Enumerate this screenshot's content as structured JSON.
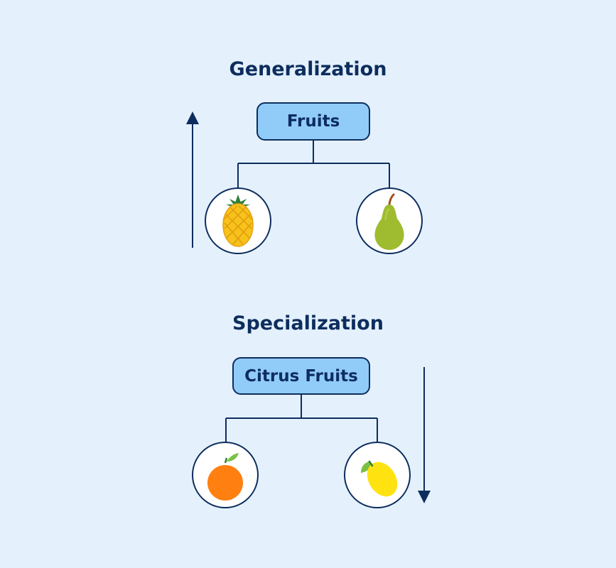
{
  "generalization": {
    "title": "Generalization",
    "parent": "Fruits",
    "children": [
      {
        "icon": "pineapple-icon"
      },
      {
        "icon": "pear-icon"
      }
    ],
    "arrow_direction": "up"
  },
  "specialization": {
    "title": "Specialization",
    "parent": "Citrus Fruits",
    "children": [
      {
        "icon": "orange-icon"
      },
      {
        "icon": "lemon-icon"
      }
    ],
    "arrow_direction": "down"
  },
  "colors": {
    "background": "#e4f1fd",
    "navy": "#0d2d5e",
    "node_fill": "#91ccf9",
    "pineapple": "#f6c21b",
    "pear": "#9fbb2f",
    "orange": "#ff7f11",
    "lemon": "#ffe311",
    "leaf": "#7bc043"
  }
}
